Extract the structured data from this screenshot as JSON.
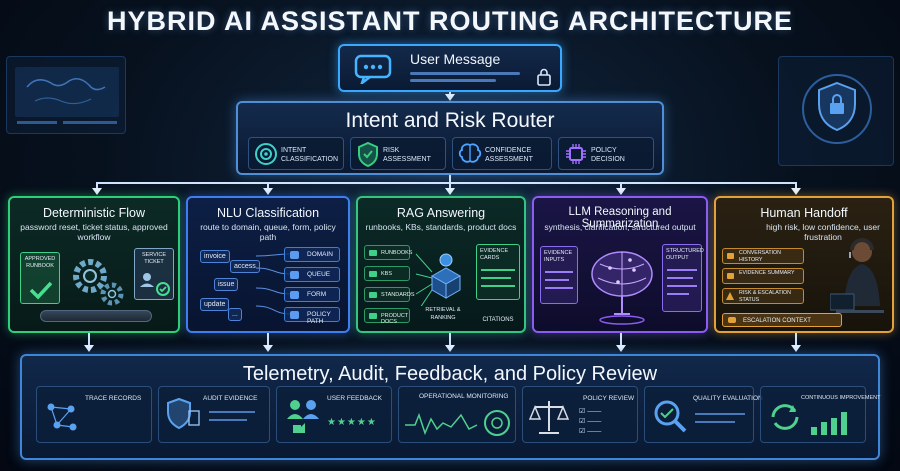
{
  "title": "HYBRID AI ASSISTANT ROUTING ARCHITECTURE",
  "user_message": {
    "label": "User Message"
  },
  "router": {
    "title": "Intent and Risk Router",
    "items": [
      {
        "label": "INTENT CLASSIFICATION",
        "icon": "target-icon",
        "color": "#3fd0c8"
      },
      {
        "label": "RISK ASSESSMENT",
        "icon": "shield-check-icon",
        "color": "#35d07f"
      },
      {
        "label": "CONFIDENCE ASSESSMENT",
        "icon": "brain-icon",
        "color": "#4da3ff"
      },
      {
        "label": "POLICY DECISION",
        "icon": "chip-icon",
        "color": "#a070ff"
      }
    ]
  },
  "lanes": {
    "deterministic": {
      "title": "Deterministic Flow",
      "subtitle": "password reset, ticket status, approved workflow",
      "approved_runbook": "APPROVED RUNBOOK",
      "service_ticket": "SERVICE TICKET",
      "color": "#2fcf7a"
    },
    "nlu": {
      "title": "NLU Classification",
      "subtitle": "route to domain, queue, form, policy path",
      "tokens": [
        "invoice",
        "access",
        "issue",
        "update",
        "..."
      ],
      "targets": [
        "DOMAIN",
        "QUEUE",
        "FORM",
        "POLICY PATH"
      ],
      "color": "#3f7ef0"
    },
    "rag": {
      "title": "RAG Answering",
      "subtitle": "runbooks, KBs, standards, product docs",
      "sources": [
        "RUNBOOKS",
        "KBs",
        "STANDARDS",
        "PRODUCT DOCS"
      ],
      "retrieval": "RETRIEVAL & RANKING",
      "evidence_cards": "EVIDENCE CARDS",
      "citations": "CITATIONS",
      "color": "#34c583"
    },
    "llm": {
      "title": "LLM Reasoning and Summarization",
      "subtitle": "synthesis, clarification, structured output",
      "evidence_inputs": "EVIDENCE INPUTS",
      "structured_output": "STRUCTURED OUTPUT",
      "color": "#8a5cf0"
    },
    "handoff": {
      "title": "Human Handoff",
      "subtitle": "high risk, low confidence, user frustration",
      "items": [
        "CONVERSATION HISTORY",
        "EVIDENCE SUMMARY",
        "RISK & ESCALATION STATUS"
      ],
      "escalation_context": "ESCALATION CONTEXT",
      "color": "#e3a13a"
    }
  },
  "telemetry": {
    "title": "Telemetry, Audit, Feedback, and Policy Review",
    "items": [
      {
        "label": "TRACE RECORDS",
        "icon": "network-icon"
      },
      {
        "label": "AUDIT EVIDENCE",
        "icon": "shield-doc-icon"
      },
      {
        "label": "USER FEEDBACK",
        "icon": "users-thumbs-icon"
      },
      {
        "label": "OPERATIONAL MONITORING",
        "icon": "waveform-gauge-icon"
      },
      {
        "label": "POLICY REVIEW",
        "icon": "scales-icon"
      },
      {
        "label": "QUALITY EVALUATION",
        "icon": "magnifier-icon"
      },
      {
        "label": "CONTINUOUS IMPROVEMENT",
        "icon": "cycle-chart-icon"
      }
    ]
  }
}
